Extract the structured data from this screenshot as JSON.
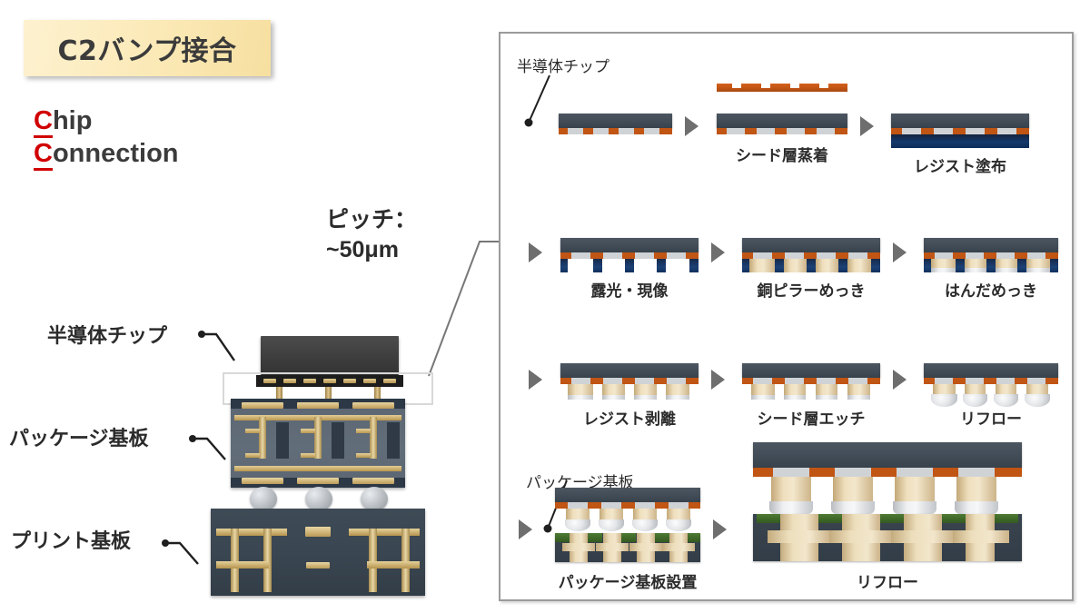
{
  "title": {
    "text": "C2バンプ接合"
  },
  "acronym": {
    "lines": [
      {
        "initial": "C",
        "rest": "hip"
      },
      {
        "initial": "C",
        "rest": "onnection"
      }
    ]
  },
  "pitch_note": {
    "line1": "ピッチ：",
    "line2": "~50μm"
  },
  "cross_section": {
    "labels": {
      "chip": "半導体チップ",
      "package_substrate": "パッケージ基板",
      "printed_board": "プリント基板"
    }
  },
  "process_panel": {
    "annotations": {
      "chip": "半導体チップ",
      "package_substrate": "パッケージ基板"
    },
    "steps": [
      {
        "id": "start",
        "label": ""
      },
      {
        "id": "seed-deposition",
        "label": "シード層蒸着"
      },
      {
        "id": "resist-coating",
        "label": "レジスト塗布"
      },
      {
        "id": "expose-develop",
        "label": "露光・現像"
      },
      {
        "id": "cu-pillar-plating",
        "label": "銅ピラーめっき"
      },
      {
        "id": "solder-plating",
        "label": "はんだめっき"
      },
      {
        "id": "resist-strip",
        "label": "レジスト剥離"
      },
      {
        "id": "seed-etch",
        "label": "シード層エッチ"
      },
      {
        "id": "reflow-1",
        "label": "リフロー"
      },
      {
        "id": "substrate-place",
        "label": "パッケージ基板設置"
      },
      {
        "id": "reflow-2",
        "label": "リフロー"
      }
    ]
  },
  "colors": {
    "title_bg": "#fbe9b6",
    "accent_red": "#d00000",
    "die_gray": "#424d58",
    "copper_orange": "#c05514",
    "resist_blue": "#14396b",
    "copper_tan": "#efdfbd",
    "solder_silver": "#e3e5e8",
    "solder_resist_green": "#3f6a29",
    "gold_trace": "#d5bd85",
    "panel_border": "#9b9b9b"
  }
}
